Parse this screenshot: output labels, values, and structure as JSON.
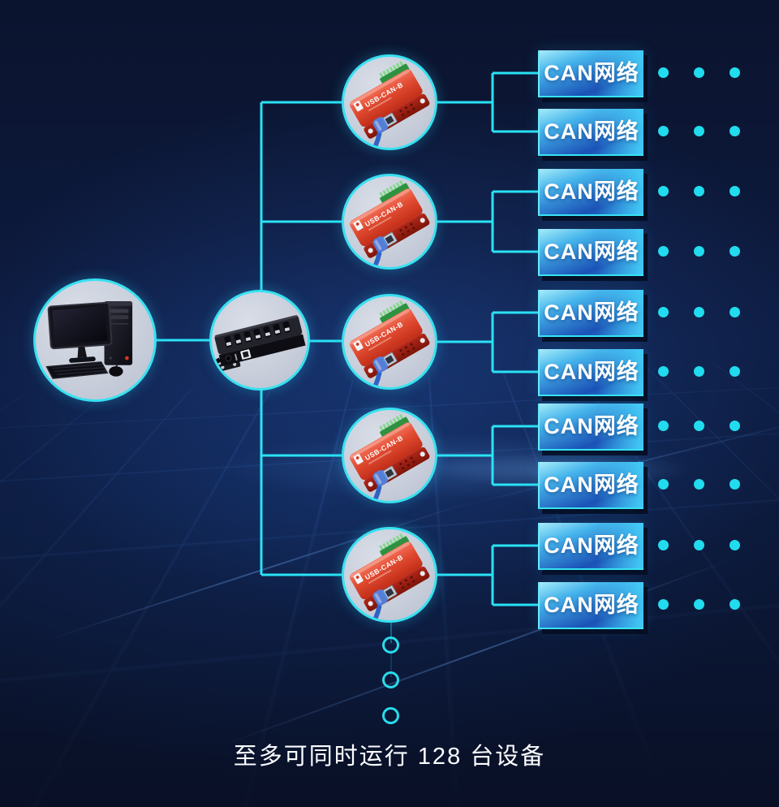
{
  "caption": "至多可同时运行 128 台设备",
  "colors": {
    "accent_cyan": "#29e3f5",
    "circle_fill": "#c9cfdb",
    "device_red": "#d8361f",
    "box_gradient_light": "#a7ecf9",
    "box_gradient_dark": "#1b52b6",
    "background_navy": "#0c1a3c",
    "dot_cyan": "#21dcee"
  },
  "icons": {
    "computer": "desktop-computer-icon",
    "hub": "usb-hub-7-port-icon",
    "adapter": "usb-can-adapter-icon",
    "more": "ellipsis-rings"
  },
  "groups": [
    {
      "adapter_label": "USB-CAN-B",
      "networks": [
        {
          "label": "CAN网络"
        },
        {
          "label": "CAN网络"
        }
      ]
    },
    {
      "adapter_label": "USB-CAN-B",
      "networks": [
        {
          "label": "CAN网络"
        },
        {
          "label": "CAN网络"
        }
      ]
    },
    {
      "adapter_label": "USB-CAN-B",
      "networks": [
        {
          "label": "CAN网络"
        },
        {
          "label": "CAN网络"
        }
      ]
    },
    {
      "adapter_label": "USB-CAN-B",
      "networks": [
        {
          "label": "CAN网络"
        },
        {
          "label": "CAN网络"
        }
      ]
    },
    {
      "adapter_label": "USB-CAN-B",
      "networks": [
        {
          "label": "CAN网络"
        },
        {
          "label": "CAN网络"
        }
      ]
    }
  ],
  "more_rings_count": 3
}
